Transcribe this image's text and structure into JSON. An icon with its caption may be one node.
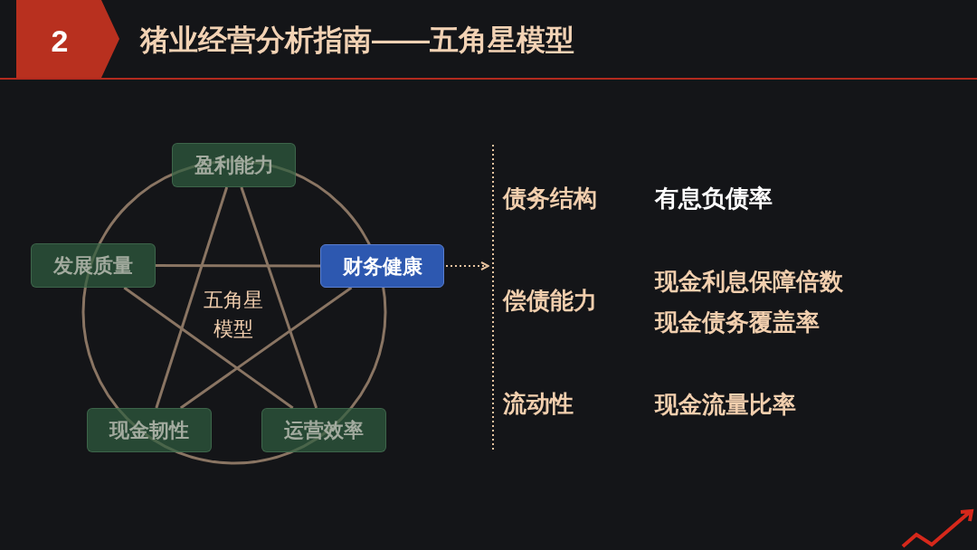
{
  "diagram": {
    "title": "猪业经营分析指南——五角星模型",
    "nodes": [
      {
        "text": [
          "盈利能力"
        ]
      },
      {
        "text": [
          "发展质量"
        ]
      },
      {
        "text": [
          "财务健康"
        ]
      },
      {
        "text": [
          "现金韧性"
        ]
      },
      {
        "text": [
          "运营效率"
        ]
      }
    ],
    "edges": [
      {
        "from": 0,
        "to": 3,
        "arrow": "none"
      },
      {
        "from": 0,
        "to": 4,
        "arrow": "none"
      },
      {
        "from": 1,
        "to": 2,
        "arrow": "none"
      },
      {
        "from": 1,
        "to": 4,
        "arrow": "none"
      },
      {
        "from": 2,
        "to": 3,
        "arrow": "none"
      },
      {
        "from": 2,
        "to": null,
        "arrow": "to",
        "style": "dashed",
        "color": "#e8c4a0"
      }
    ],
    "labels": [
      "2",
      "五角星模型",
      "债务结构",
      "有息负债率",
      "偿债能力",
      "现金利息保障倍数",
      "现金债务覆盖率",
      "流动性",
      "现金流量比率"
    ]
  }
}
